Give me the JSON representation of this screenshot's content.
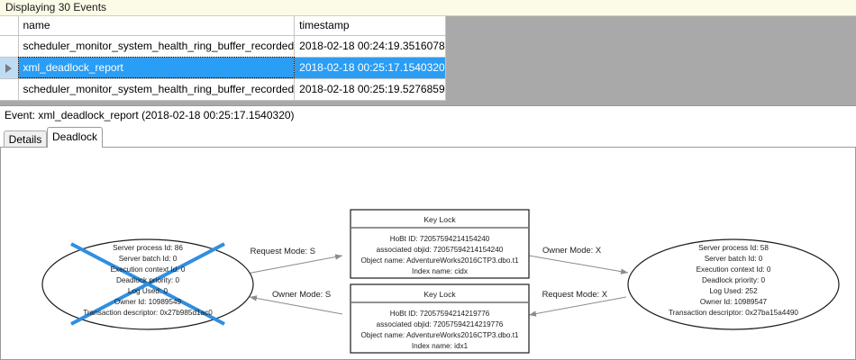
{
  "status_bar": {
    "text": "Displaying 30 Events"
  },
  "grid": {
    "columns": [
      "",
      "name",
      "timestamp"
    ],
    "rows": [
      {
        "selected": false,
        "indicator": "",
        "name": "scheduler_monitor_system_health_ring_buffer_recorded",
        "timestamp": "2018-02-18 00:24:19.3516078"
      },
      {
        "selected": true,
        "indicator": "row-arrow-icon",
        "name": "xml_deadlock_report",
        "timestamp": "2018-02-18 00:25:17.1540320"
      },
      {
        "selected": false,
        "indicator": "",
        "name": "scheduler_monitor_system_health_ring_buffer_recorded",
        "timestamp": "2018-02-18 00:25:19.5276859"
      }
    ]
  },
  "event_header": {
    "text": "Event: xml_deadlock_report (2018-02-18 00:25:17.1540320)"
  },
  "tabs": [
    {
      "label": "Details",
      "active": false
    },
    {
      "label": "Deadlock",
      "active": true
    }
  ],
  "deadlock_graph": {
    "victim_cross_color": "#2f8fe0",
    "process_left": {
      "is_victim": true,
      "lines": [
        "Server process Id: 86",
        "Server batch Id: 0",
        "Execution context Id: 0",
        "Deadlock priority: 0",
        "Log Used: 0",
        "Owner Id: 10989549",
        "Transaction descriptor: 0x27b985d1ac0"
      ]
    },
    "process_right": {
      "is_victim": false,
      "lines": [
        "Server process Id: 58",
        "Server batch Id: 0",
        "Execution context Id: 0",
        "Deadlock priority: 0",
        "Log Used: 252",
        "Owner Id: 10989547",
        "Transaction descriptor: 0x27ba15a4490"
      ]
    },
    "resource_top": {
      "title": "Key Lock",
      "lines": [
        "HoBt ID: 72057594214154240",
        "associated objid: 72057594214154240",
        "Object name: AdventureWorks2016CTP3.dbo.t1",
        "Index name: cidx"
      ]
    },
    "resource_bottom": {
      "title": "Key Lock",
      "lines": [
        "HoBt ID: 72057594214219776",
        "associated objid: 72057594214219776",
        "Object name: AdventureWorks2016CTP3.dbo.t1",
        "Index name: idx1"
      ]
    },
    "edges": [
      {
        "id": "left-request-top",
        "label": "Request Mode: S"
      },
      {
        "id": "top-owner-right",
        "label": "Owner Mode: X"
      },
      {
        "id": "bottom-owner-left",
        "label": "Owner Mode: S"
      },
      {
        "id": "right-request-bottom",
        "label": "Request Mode: X"
      }
    ]
  }
}
